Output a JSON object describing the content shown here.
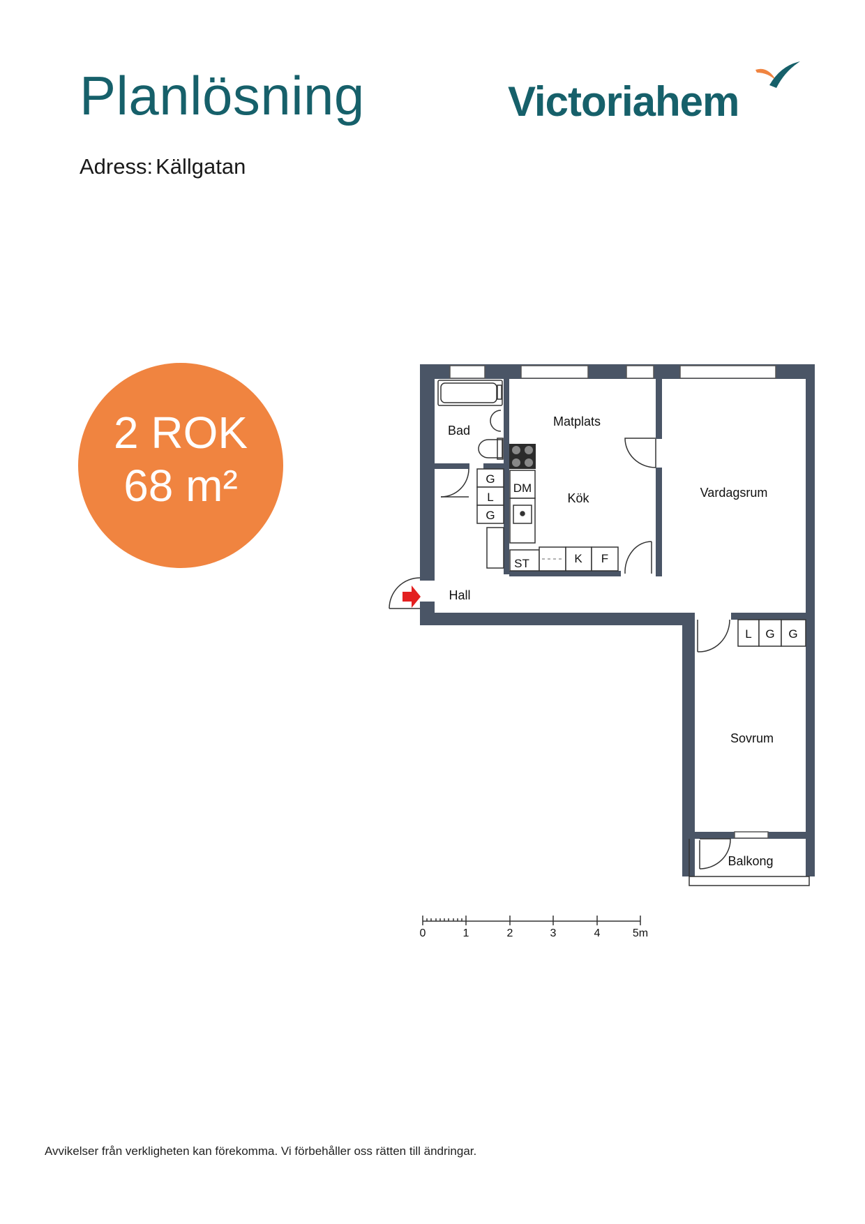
{
  "header": {
    "title": "Planlösning",
    "logo_text": "Victoriahem"
  },
  "address": {
    "label": "Adress:",
    "value": "Källgatan"
  },
  "badge": {
    "rooms": "2 ROK",
    "area": "68 m²"
  },
  "floorplan": {
    "rooms": {
      "bad": "Bad",
      "matplats": "Matplats",
      "kok": "Kök",
      "vardagsrum": "Vardagsrum",
      "hall": "Hall",
      "sovrum": "Sovrum",
      "balkong": "Balkong"
    },
    "hall_closet": [
      "G",
      "L",
      "G"
    ],
    "kitchen_fixtures": {
      "dishwasher": "DM",
      "storage": "ST",
      "freezer_k": "K",
      "fridge_f": "F"
    },
    "bedroom_closet": [
      "L",
      "G",
      "G"
    ],
    "scale_labels": [
      "0",
      "1",
      "2",
      "3",
      "4",
      "5m"
    ]
  },
  "footer": {
    "disclaimer": "Avvikelser från verkligheten kan förekomma. Vi förbehåller oss rätten till ändringar."
  },
  "colors": {
    "brand_teal": "#16606a",
    "badge_orange": "#f08440",
    "wall": "#4a5566",
    "entrance_arrow": "#e32020"
  }
}
